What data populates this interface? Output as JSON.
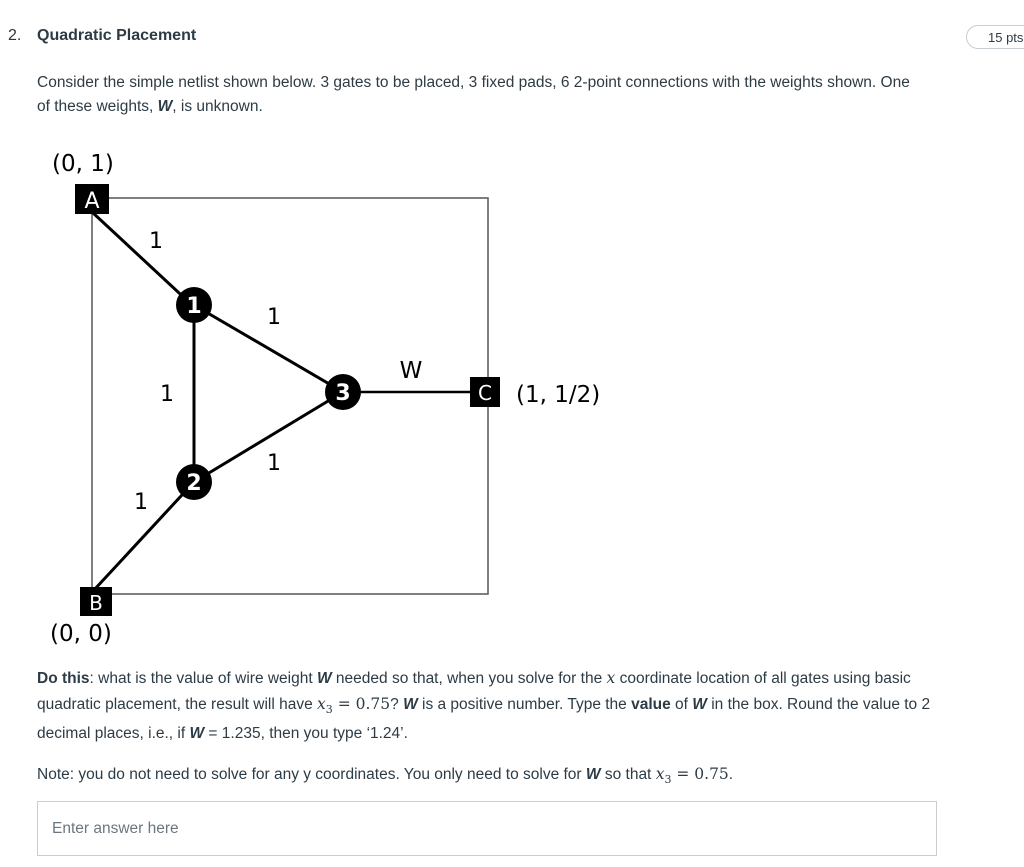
{
  "question": {
    "number": "2.",
    "title": "Quadratic Placement",
    "points": "15 pts",
    "intro_pre": "Consider the simple netlist shown below. 3 gates to be placed, 3 fixed pads, 6 2-point connections with the weights shown. One of these weights,",
    "intro_w": "W",
    "intro_post": ", is unknown."
  },
  "diagram": {
    "pad_a": {
      "label": "A",
      "coord": "(0, 1)"
    },
    "pad_b": {
      "label": "B",
      "coord": "(0, 0)"
    },
    "pad_c": {
      "label": "C",
      "coord": "(1, 1/2)"
    },
    "gate_1": "1",
    "gate_2": "2",
    "gate_3": "3",
    "weight_a1": "1",
    "weight_12": "1",
    "weight_b2": "1",
    "weight_13": "1",
    "weight_23": "1",
    "weight_3c": "W"
  },
  "instructions": {
    "do_this_label": "Do this",
    "do_this_1": ": what is the value of wire weight ",
    "w": "W",
    "do_this_2": " needed so that, when you solve for the ",
    "x_var": "x",
    "do_this_3": " coordinate location of all gates using basic quadratic placement, the result will have ",
    "x3_var": "x",
    "x3_sub": "3",
    "x3_eq": " = 0.75",
    "do_this_4": "? ",
    "do_this_5": " is a positive number. Type the ",
    "value_bold": "value",
    "do_this_6": " of ",
    "do_this_7": " in the box. Round the value to 2 decimal places, i.e., if ",
    "do_this_8": " = 1.235, then you type ‘1.24’.",
    "note_1": "Note: you do not need to solve for any y coordinates. You only need to solve for ",
    "note_2": " so that ",
    "note_eq": " = 0.75",
    "note_end": "."
  },
  "answer": {
    "placeholder": "Enter answer here",
    "value": ""
  }
}
